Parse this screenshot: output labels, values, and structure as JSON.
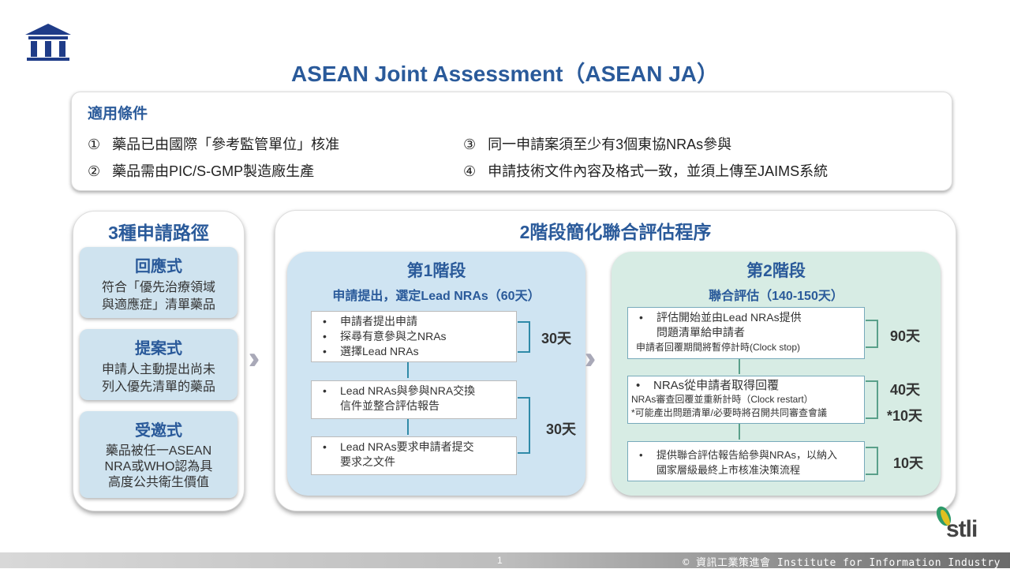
{
  "title": "ASEAN Joint Assessment（ASEAN JA）",
  "conditions": {
    "heading": "適用條件",
    "items": [
      {
        "num": "①",
        "text": "藥品已由國際「參考監管單位」核准"
      },
      {
        "num": "②",
        "text": "藥品需由PIC/S-GMP製造廠生產"
      },
      {
        "num": "③",
        "text": "同一申請案須至少有3個東協NRAs參與"
      },
      {
        "num": "④",
        "text": "申請技術文件內容及格式一致，並須上傳至JAIMS系統"
      }
    ]
  },
  "pathways": {
    "title": "3種申請路徑",
    "items": [
      {
        "name": "回應式",
        "lines": [
          "符合「優先治療領域",
          "與適應症」清單藥品"
        ]
      },
      {
        "name": "提案式",
        "lines": [
          "申請人主動提出尚未",
          "列入優先清單的藥品"
        ]
      },
      {
        "name": "受邀式",
        "lines": [
          "藥品被任一ASEAN",
          "NRA或WHO認為具",
          "高度公共衛生價值"
        ]
      }
    ]
  },
  "process": {
    "title": "2階段簡化聯合評估程序",
    "stage1": {
      "title": "第1階段",
      "subtitle": "申請提出，選定Lead NRAs（60天）",
      "box1": [
        "申請者提出申請",
        "探尋有意參與之NRAs",
        "選擇Lead NRAs"
      ],
      "box2": [
        "Lead NRAs與參與NRA交換",
        "信件並整合評估報告"
      ],
      "box3": [
        "Lead NRAs要求申請者提交",
        "要求之文件"
      ],
      "days1": "30天",
      "days2": "30天"
    },
    "stage2": {
      "title": "第2階段",
      "subtitle": "聯合評估（140-150天）",
      "box1": [
        "評估開始並由Lead NRAs提供",
        "問題清單給申請者"
      ],
      "box1_note": "申請者回覆期間將暫停計時(Clock stop)",
      "box2": "NRAs從申請者取得回覆",
      "box2_note1": "NRAs審查回覆並重新計時（Clock restart）",
      "box2_note2": "*可能產出問題清單/必要時將召開共同審查會議",
      "box3": [
        "提供聯合評估報告給參與NRAs，以納入",
        "國家層級最終上市核准決策流程"
      ],
      "days1": "90天",
      "days2": "40天",
      "days3": "*10天",
      "days4": "10天"
    }
  },
  "footer": {
    "page": "1",
    "copyright": "© 資訊工業策進會 Institute for Information Industry",
    "logo": "stli"
  }
}
